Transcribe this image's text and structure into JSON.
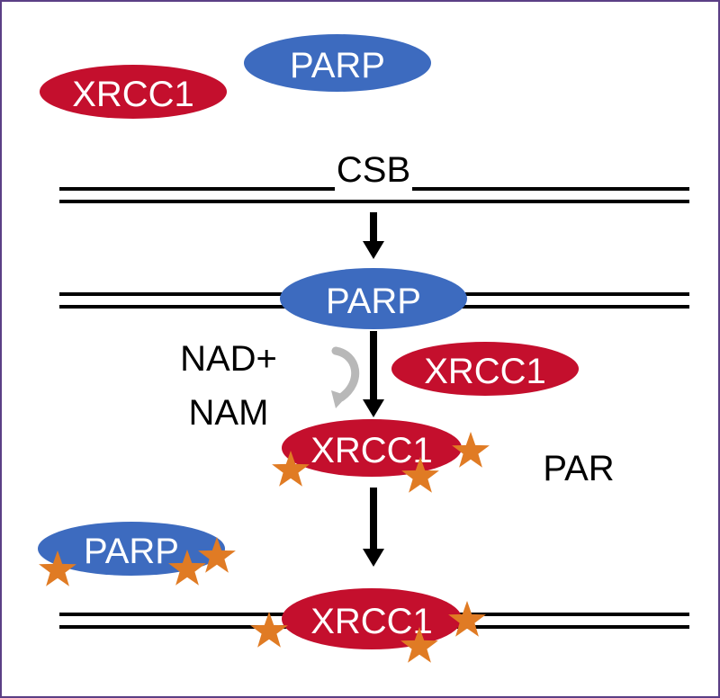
{
  "labels": {
    "xrcc1": "XRCC1",
    "parp": "PARP",
    "csb": "CSB",
    "nad": "NAD+",
    "nam": "NAM",
    "par": "PAR"
  },
  "colors": {
    "xrcc1_fill": "#c40f2d",
    "parp_fill": "#3d6bbf",
    "star_fill": "#e07b24",
    "dna_line": "#000000",
    "arrow": "#000000",
    "curved_arrow": "#b8b8b8",
    "label_text_on_protein": "#ffffff",
    "label_text": "#000000",
    "frame_border": "#5b3f86"
  }
}
